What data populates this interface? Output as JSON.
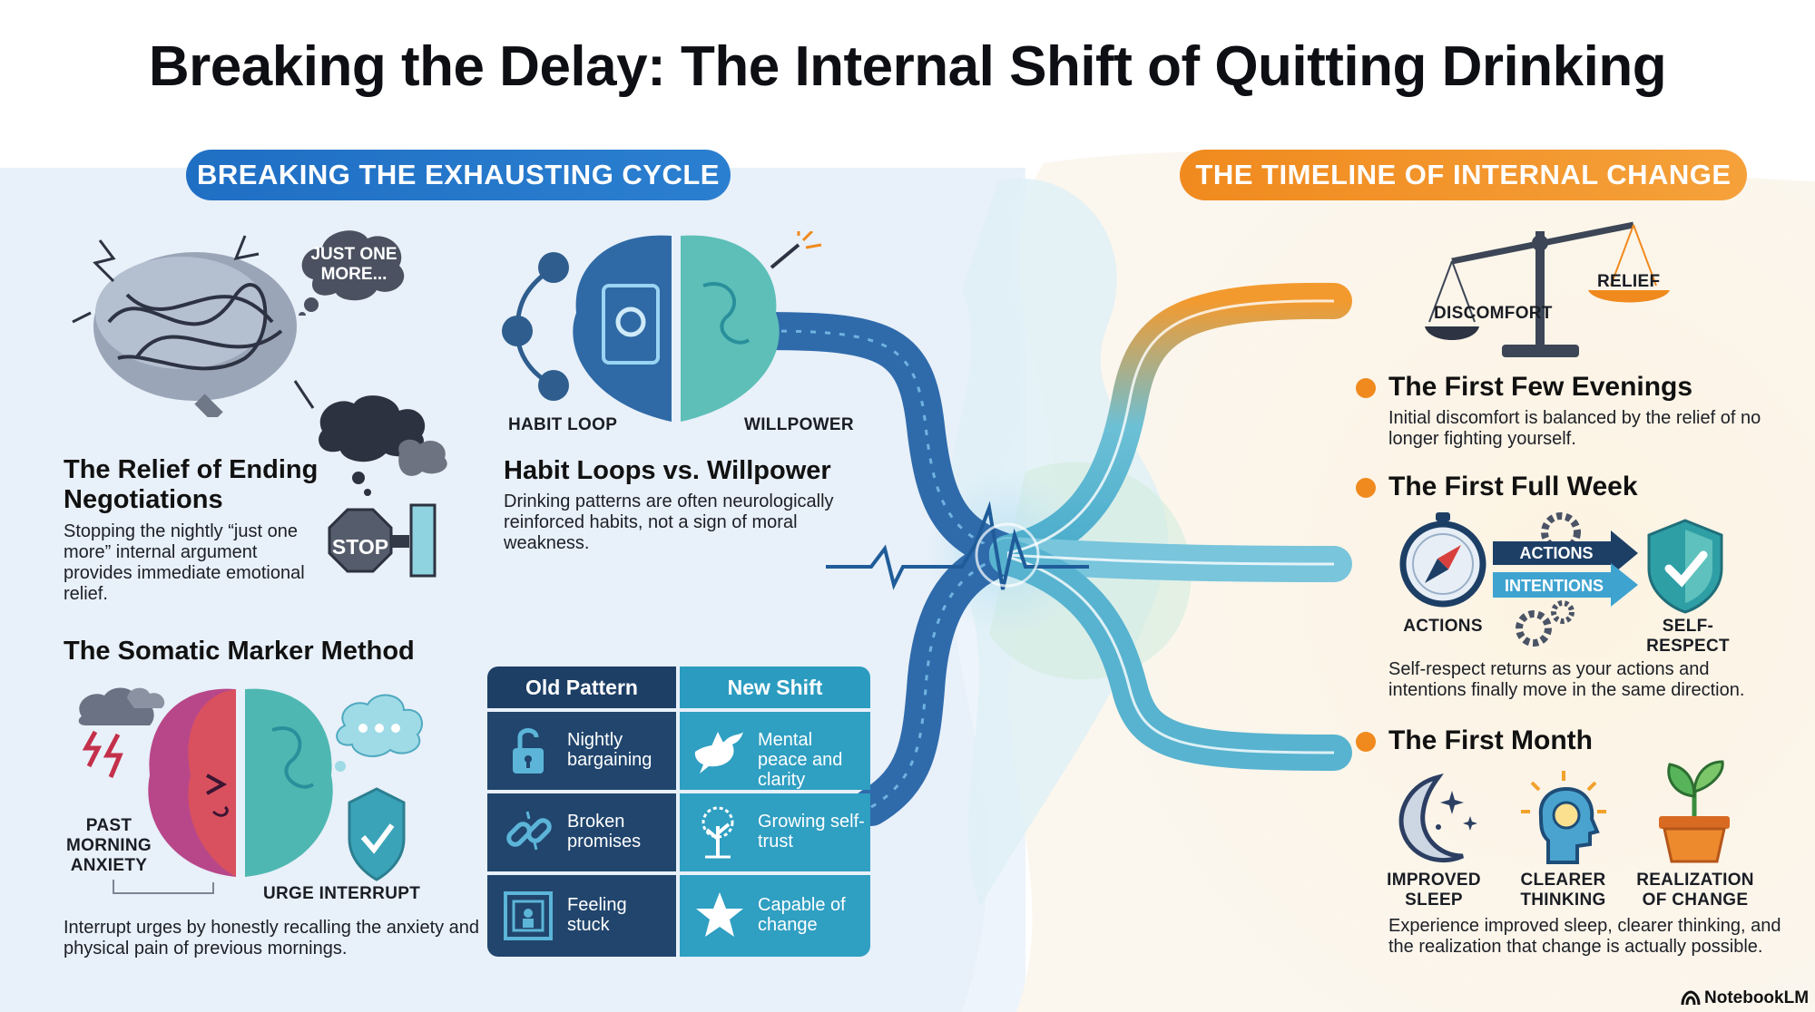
{
  "title": "Breaking the Delay: The Internal Shift of Quitting Drinking",
  "left_section": {
    "pill": "BREAKING THE EXHAUSTING CYCLE",
    "relief": {
      "thought_bubble": "JUST ONE MORE...",
      "stop_sign": "STOP",
      "heading": "The Relief of Ending Negotiations",
      "body": "Stopping the nightly “just one more” internal argument provides immediate emotional relief."
    },
    "habit": {
      "label_left": "HABIT LOOP",
      "label_right": "WILLPOWER",
      "heading": "Habit Loops vs. Willpower",
      "body": "Drinking patterns are often neurologically reinforced habits, not a sign of moral weakness."
    },
    "somatic": {
      "heading": "The Somatic Marker Method",
      "label_anxiety": "PAST MORNING ANXIETY",
      "label_urge": "URGE INTERRUPT",
      "body": "Interrupt urges by honestly recalling the anxiety and physical pain of previous mornings."
    },
    "table": {
      "headers": [
        "Old Pattern",
        "New Shift"
      ],
      "rows": [
        {
          "old": "Nightly bargaining",
          "old_icon": "unlocked-padlock-icon",
          "new": "Mental peace and clarity",
          "new_icon": "dove-icon"
        },
        {
          "old": "Broken promises",
          "old_icon": "broken-chain-icon",
          "new": "Growing self-trust",
          "new_icon": "tree-icon"
        },
        {
          "old": "Feeling stuck",
          "old_icon": "maze-icon",
          "new": "Capable of change",
          "new_icon": "star-icon"
        }
      ]
    }
  },
  "right_section": {
    "pill": "THE TIMELINE OF INTERNAL CHANGE",
    "scale": {
      "left": "DISCOMFORT",
      "right": "RELIEF"
    },
    "milestones": [
      {
        "heading": "The First Few Evenings",
        "body": "Initial discomfort is balanced by the relief of no longer fighting yourself."
      },
      {
        "heading": "The First Full Week",
        "body": "Self-respect returns as your actions and intentions finally move in the same direction."
      },
      {
        "heading": "The First Month",
        "body": "Experience improved sleep, clearer thinking, and the realization that change is actually possible."
      }
    ],
    "week_icons": {
      "compass_label": "ACTIONS",
      "arrow_top": "ACTIONS",
      "arrow_bottom": "INTENTIONS",
      "shield_label": "SELF-RESPECT"
    },
    "month_icons": [
      {
        "label": "IMPROVED SLEEP",
        "icon": "moon-icon"
      },
      {
        "label": "CLEARER THINKING",
        "icon": "head-lightbulb-icon"
      },
      {
        "label": "REALIZATION OF CHANGE",
        "icon": "sprout-icon"
      }
    ]
  },
  "brand": "NotebookLM",
  "colors": {
    "blue_accent": "#1f6fc4",
    "orange_accent": "#f08a1e",
    "table_dark": "#1d3f66",
    "table_teal": "#2b9cc0"
  }
}
